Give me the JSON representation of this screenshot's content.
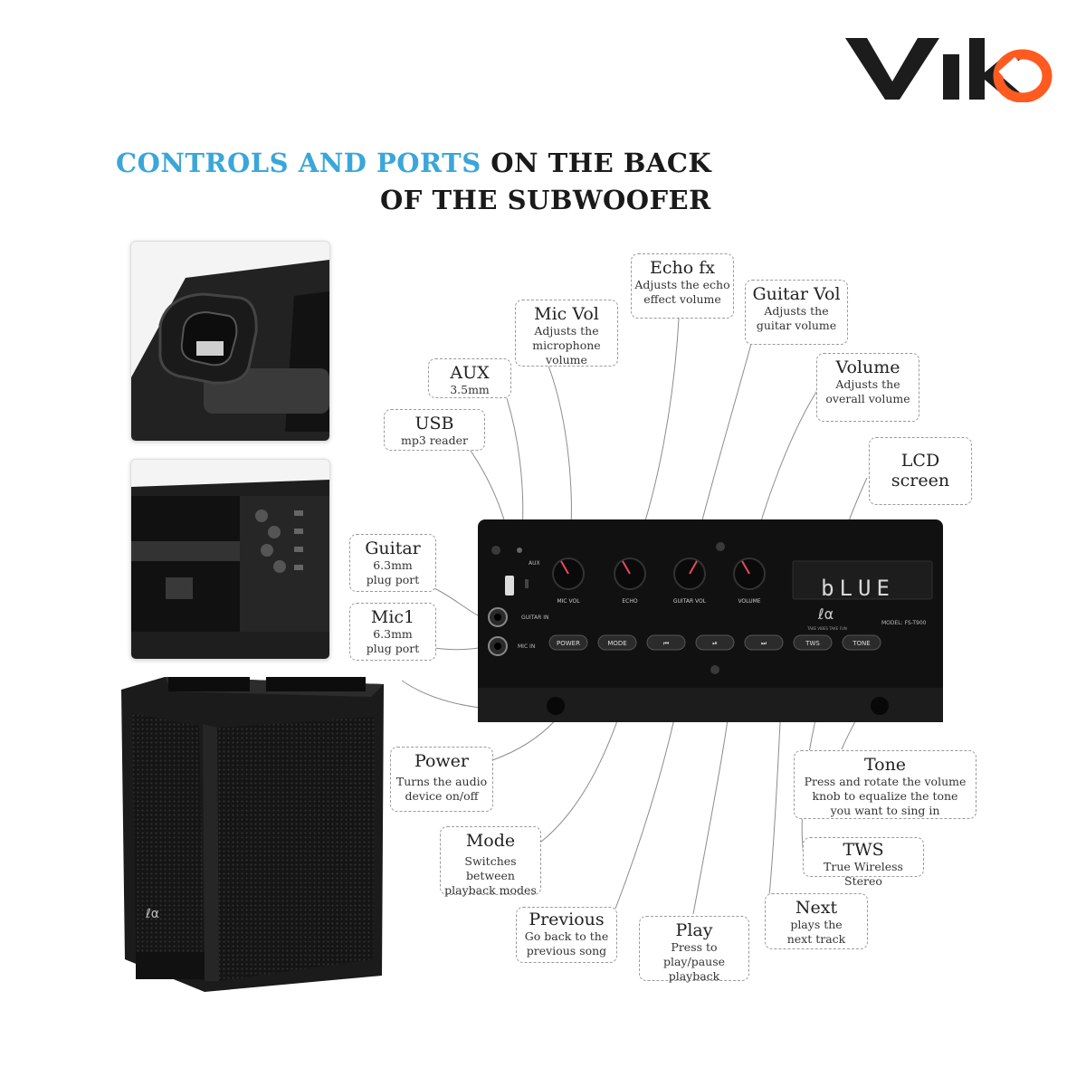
{
  "brand": {
    "name": "Viko",
    "accent": "#ff5a1f",
    "ink": "#1c1c1c"
  },
  "headline": {
    "highlight": "CONTROLS AND PORTS",
    "rest1": "ON THE BACK",
    "rest2": "OF THE SUBWOOFER",
    "highlight_color": "#3aa6d9"
  },
  "panel": {
    "labels": {
      "aux": "AUX",
      "mic_vol": "MIC VOL",
      "echo": "ECHO",
      "guitar_vol": "GUITAR VOL",
      "volume": "VOLUME",
      "guitar_in": "GUITAR IN",
      "mic_in": "MIC IN",
      "model": "MODEL: FS-T900",
      "brand_sub": "TAKE VIBES TAKE FUN"
    },
    "lcd": "bLUE",
    "buttons": [
      "POWER",
      "MODE",
      "⏮",
      "⏯",
      "⏭",
      "TWS",
      "TONE"
    ]
  },
  "callouts": {
    "echo": {
      "title": "Echo fx",
      "desc": [
        "Adjusts the echo",
        "effect volume"
      ]
    },
    "guitar_vol": {
      "title": "Guitar Vol",
      "desc": [
        "Adjusts the",
        "guitar volume"
      ]
    },
    "mic_vol": {
      "title": "Mic Vol",
      "desc": [
        "Adjusts the",
        "microphone volume"
      ]
    },
    "aux": {
      "title": "AUX",
      "desc": [
        "3.5mm"
      ]
    },
    "volume": {
      "title": "Volume",
      "desc": [
        "Adjusts the",
        "overall volume"
      ]
    },
    "usb": {
      "title": "USB",
      "desc": [
        "mp3 reader"
      ]
    },
    "lcd": {
      "title": "LCD",
      "desc": [
        "screen"
      ]
    },
    "guitar": {
      "title": "Guitar",
      "desc": [
        "6.3mm",
        "plug port"
      ]
    },
    "mic1": {
      "title": "Mic1",
      "desc": [
        "6.3mm",
        "plug port"
      ]
    },
    "power": {
      "title": "Power",
      "desc": [
        "Turns the audio",
        "device on/off"
      ]
    },
    "tone": {
      "title": "Tone",
      "desc": [
        "Press and rotate the volume",
        "knob to equalize the tone",
        "you want to sing in"
      ]
    },
    "mode": {
      "title": "Mode",
      "desc": [
        "Switches between",
        "playback modes"
      ]
    },
    "tws": {
      "title": "TWS",
      "desc": [
        "True Wireless Stereo"
      ]
    },
    "next": {
      "title": "Next",
      "desc": [
        "plays the",
        "next track"
      ]
    },
    "previous": {
      "title": "Previous",
      "desc": [
        "Go back to the",
        "previous song"
      ]
    },
    "play": {
      "title": "Play",
      "desc": [
        "Press to",
        "play/pause playback"
      ]
    }
  }
}
